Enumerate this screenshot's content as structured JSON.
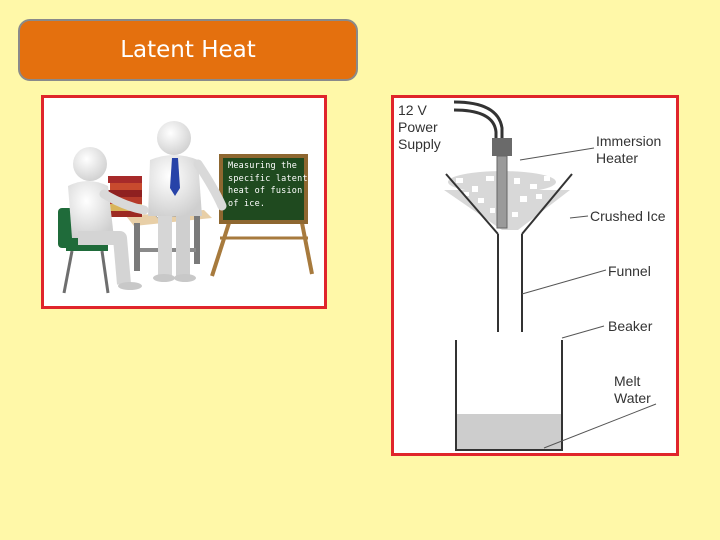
{
  "title": "Latent Heat",
  "board_text": "Measuring the specific latent heat of fusion of ice.",
  "diagram": {
    "power_supply": [
      "12 V",
      "Power",
      "Supply"
    ],
    "immersion_heater": [
      "Immersion",
      "Heater"
    ],
    "crushed_ice": "Crushed Ice",
    "funnel": "Funnel",
    "beaker": "Beaker",
    "melt_water": [
      "Melt",
      "Water"
    ]
  },
  "colors": {
    "background": "#fff8a8",
    "title_fill": "#e4700e",
    "frame_border": "#e0252b",
    "chalkboard": "#1f4a1f"
  }
}
